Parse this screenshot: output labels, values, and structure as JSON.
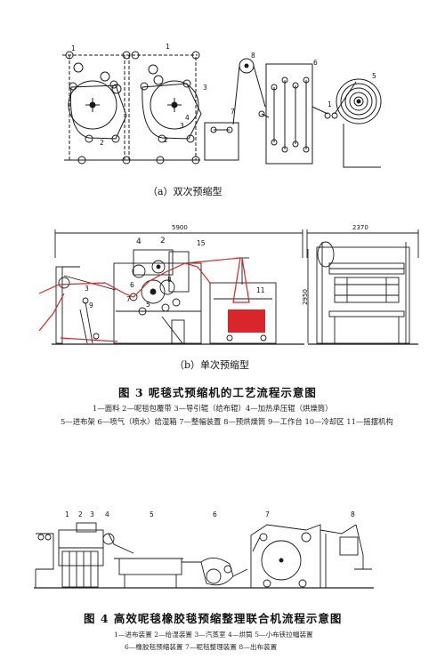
{
  "figure3": {
    "sub_a": {
      "caption": "（a）双次预缩型",
      "callouts": [
        "1",
        "1",
        "1",
        "2",
        "2",
        "3",
        "3",
        "4",
        "5",
        "6",
        "7",
        "8"
      ]
    },
    "sub_b": {
      "caption": "（b）单次预缩型",
      "dim_width": "5900",
      "dim_side": "2370",
      "dim_height": "2950",
      "callouts": [
        "4",
        "2",
        "15",
        "3",
        "9",
        "11",
        "7",
        "6",
        "5",
        "8"
      ]
    },
    "title": "图 3  呢毯式预缩机的工艺流程示意图",
    "legend_line1": "1—面料  2—呢毯包覆带  3—导引辊（给布辊）4—加热承压辊（烘燥筒）",
    "legend_line2": "5—进布架  6—喷气（喷水）给湿箱  7—整幅装置  8—预烘燥筒  9—工作台  10—冷却区  11—摇摆机构",
    "colors": {
      "red": "#d8262b",
      "line": "#1a1a1a"
    }
  },
  "figure4": {
    "callouts": [
      "1",
      "2",
      "3",
      "4",
      "5",
      "6",
      "7",
      "8"
    ],
    "title": "图 4  高效呢毯橡胶毯预缩整理联合机流程示意图",
    "legend_line1": "1—进布装置  2—给湿装置  3—汽蒸室  4—烘筒  5—小布铗拉幅装置",
    "legend_line2": "6—橡胶毯预缩装置  7—呢毯整理装置  8—出布装置"
  }
}
